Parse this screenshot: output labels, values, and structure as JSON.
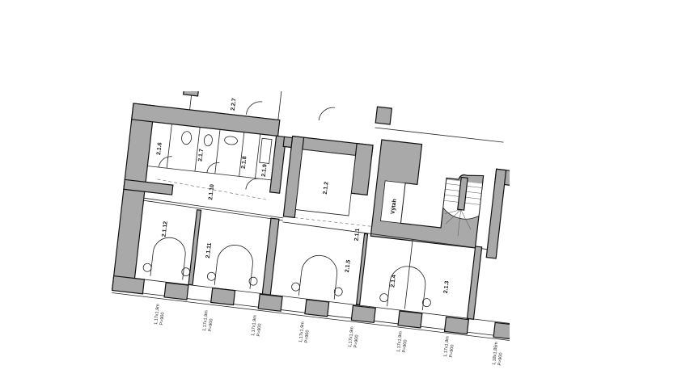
{
  "plan": {
    "rooms": [
      {
        "id": "2.1.6"
      },
      {
        "id": "2.1.7"
      },
      {
        "id": "2.1.8"
      },
      {
        "id": "2.1.9"
      },
      {
        "id": "2.1.10"
      },
      {
        "id": "2.1.12"
      },
      {
        "id": "2.1.11"
      },
      {
        "id": "2.1.2"
      },
      {
        "id": "2.1.1"
      },
      {
        "id": "2.1.5"
      },
      {
        "id": "2.1.4"
      },
      {
        "id": "2.1.3"
      },
      {
        "id": "2.2.7"
      }
    ],
    "elevator_label": "Výtah",
    "windows": [
      {
        "size": "1,17x1,9m",
        "p": "P=900"
      },
      {
        "size": "1,17x1,9m",
        "p": "P=900"
      },
      {
        "size": "1,17x1,9m",
        "p": "P=900"
      },
      {
        "size": "1,17x1,9m",
        "p": "P=900"
      },
      {
        "size": "1,17x1,9m",
        "p": "P=900"
      },
      {
        "size": "1,17x1,9m",
        "p": "P=900"
      },
      {
        "size": "1,17x1,9m",
        "p": "P=900"
      },
      {
        "size": "1,18x1,85m",
        "p": "P=900"
      }
    ]
  }
}
